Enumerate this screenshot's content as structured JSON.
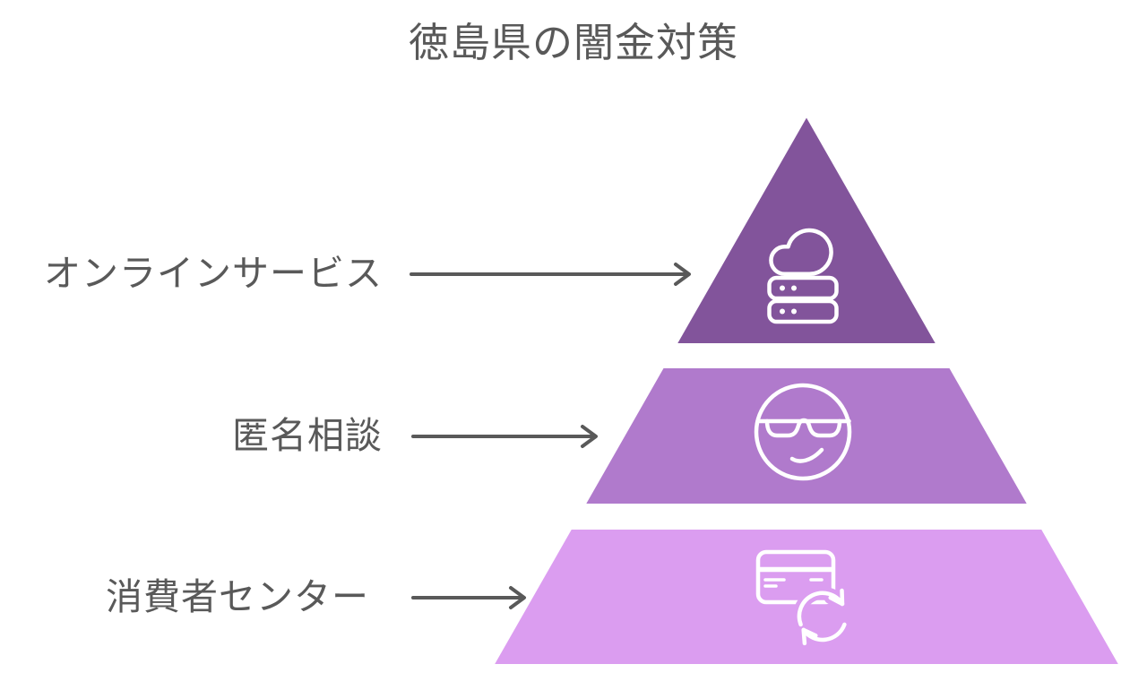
{
  "title": "徳島県の闇金対策",
  "colors": {
    "background": "#ffffff",
    "text": "#595959",
    "arrow": "#595959",
    "icon_stroke": "#ffffff",
    "tier_top": "#82549B",
    "tier_middle": "#B07ACC",
    "tier_bottom": "#DB9DF0"
  },
  "pyramid": {
    "tiers": [
      {
        "rank": 1,
        "label": "オンラインサービス",
        "icon": "cloud-server-icon",
        "color": "#82549B"
      },
      {
        "rank": 2,
        "label": "匿名相談",
        "icon": "cool-face-icon",
        "color": "#B07ACC"
      },
      {
        "rank": 3,
        "label": "消費者センター",
        "icon": "card-sync-icon",
        "color": "#DB9DF0"
      }
    ]
  }
}
